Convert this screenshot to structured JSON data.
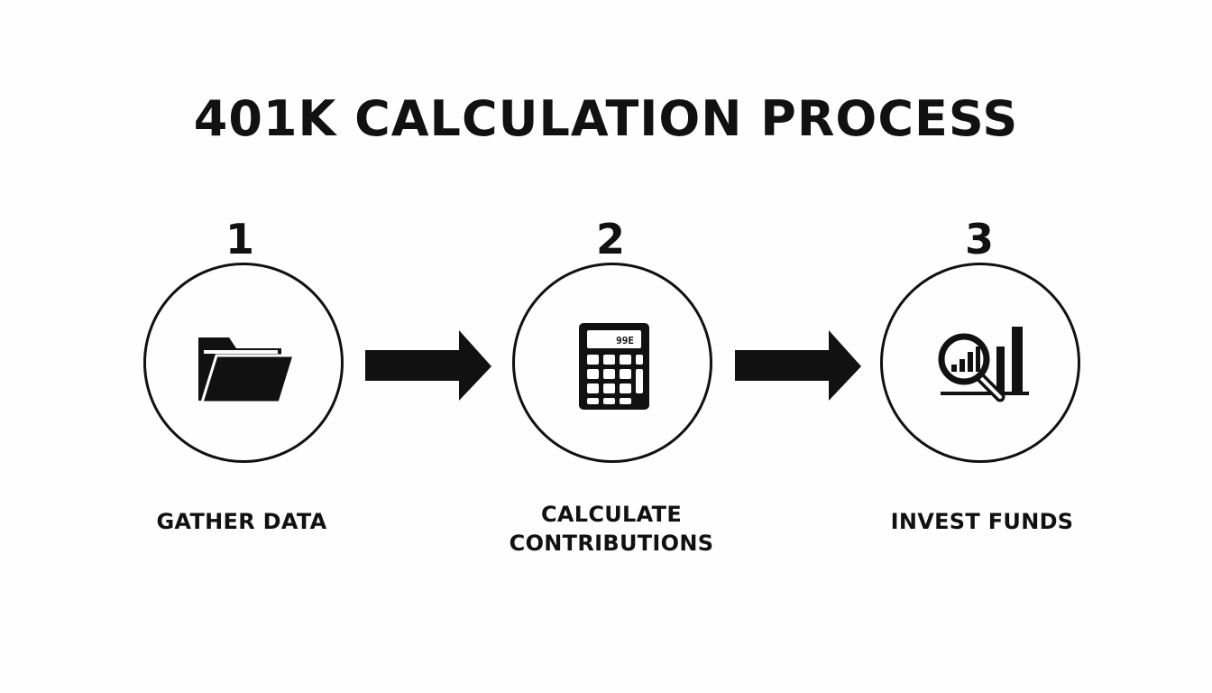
{
  "title": "401K CALCULATION PROCESS",
  "steps": [
    {
      "number": "1",
      "label_line1": "GATHER DATA",
      "label_line2": "",
      "icon": "folder-icon"
    },
    {
      "number": "2",
      "label_line1": "CALCULATE",
      "label_line2": "CONTRIBUTIONS",
      "icon": "calculator-icon"
    },
    {
      "number": "3",
      "label_line1": "INVEST FUNDS",
      "label_line2": "",
      "icon": "chart-magnifier-icon"
    }
  ],
  "calculator_display": "99E",
  "colors": {
    "ink": "#111111",
    "background": "#fefefe"
  }
}
